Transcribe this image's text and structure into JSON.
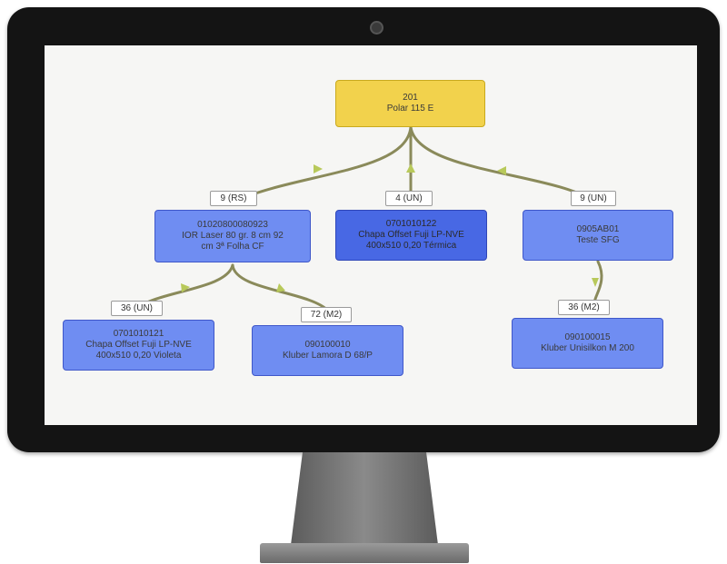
{
  "diagram": {
    "root": {
      "code": "201",
      "name": "Polar 115 E"
    },
    "level1": [
      {
        "qty": "9 (RS)",
        "code": "01020800080923",
        "lines": [
          "IOR Laser 80 gr. 8 cm 92",
          "cm 3ª Folha CF"
        ]
      },
      {
        "qty": "4 (UN)",
        "code": "0701010122",
        "lines": [
          "Chapa Offset Fuji LP-NVE",
          "400x510 0,20 Térmica"
        ]
      },
      {
        "qty": "9 (UN)",
        "code": "0905AB01",
        "lines": [
          "Teste SFG"
        ]
      }
    ],
    "level2": [
      {
        "qty": "36 (UN)",
        "code": "0701010121",
        "lines": [
          "Chapa Offset Fuji LP-NVE",
          "400x510 0,20 Violeta"
        ]
      },
      {
        "qty": "72 (M2)",
        "code": "090100010",
        "lines": [
          "Kluber Lamora D 68/P"
        ]
      },
      {
        "qty": "36 (M2)",
        "code": "090100015",
        "lines": [
          "Kluber Unisilkon M 200"
        ]
      }
    ],
    "colors": {
      "root_fill": "#f2d24c",
      "node_fill": "#6f8df2",
      "selected_fill": "#4868e4",
      "link": "#8a8a5a",
      "arrow": "#b8c95a"
    }
  }
}
